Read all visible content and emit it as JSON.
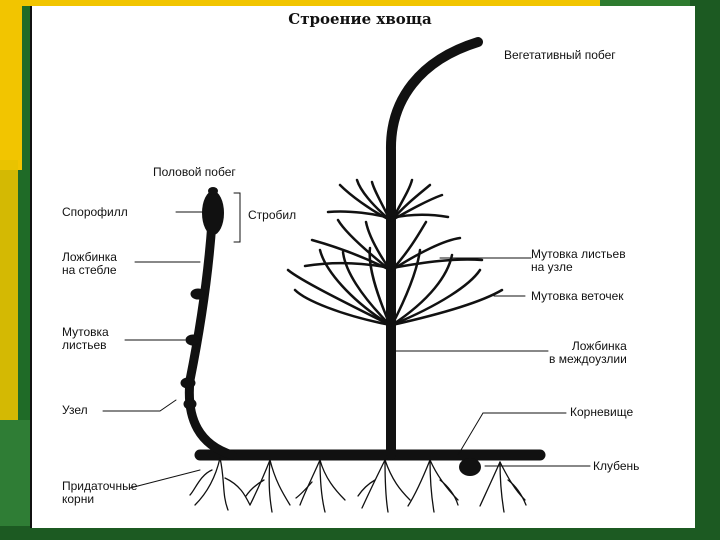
{
  "title": "Строение хвоща",
  "labels": {
    "vegetative_shoot": "Вегетативный побег",
    "reproductive_shoot": "Половой побег",
    "sporophyll": "Спорофилл",
    "strobilus": "Стробил",
    "groove_stem": "Ложбинка\nна стебле",
    "whorl_leaves_left": "Мутовка\nлистьев",
    "node": "Узел",
    "adventitious_roots": "Придаточные\nкорни",
    "whorl_leaves_node": "Мутовка листьев\nна узле",
    "whorl_branches": "Мутовка веточек",
    "groove_internode": "Ложбинка\nв междоузлии",
    "rhizome": "Корневище",
    "tuber": "Клубень"
  },
  "colors": {
    "ink": "#111111",
    "background": "#ffffff",
    "frame_green": "#1f6b27",
    "frame_yellow": "#f2c500"
  }
}
